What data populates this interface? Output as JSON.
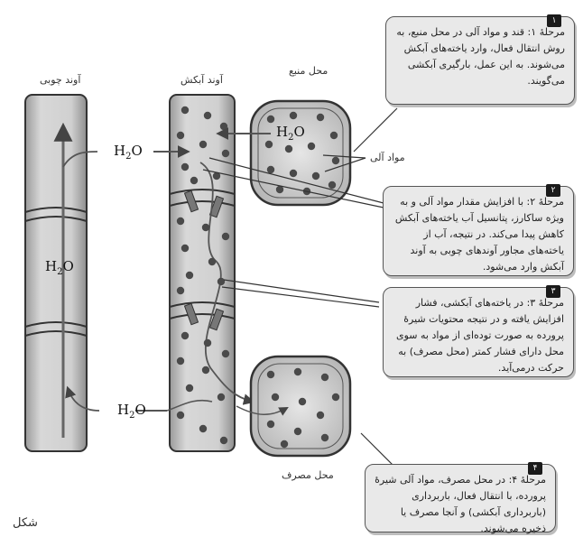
{
  "labels": {
    "xylem": "آوند چوبی",
    "phloem": "آوند آبکش",
    "source": "محل منبع",
    "sink": "محل مصرف",
    "organic": "مواد آلی",
    "figure": "شکل"
  },
  "water": {
    "h2o": "H",
    "sub": "2",
    "o": "O"
  },
  "steps": [
    {
      "num": "۱",
      "text": "مرحلهٔ ۱: قند و مواد آلی در محل منبع، به روش انتقال فعال، وارد یاخته‌های آبکش می‌شوند. به این عمل، بارگیری آبکشی می‌گویند."
    },
    {
      "num": "۲",
      "text": "مرحلهٔ ۲: با افزایش مقدار مواد آلی و به ویژه ساکارز، پتانسیل آب یاخته‌های آبکش کاهش پیدا می‌کند. در نتیجه، آب از یاخته‌های مجاور آوندهای چوبی به آوند آبکش وارد می‌شود."
    },
    {
      "num": "۳",
      "text": "مرحلهٔ ۳: در یاخته‌های آبکشی، فشار افزایش یافته و در نتیجه محتویات شیرهٔ پرورده به صورت توده‌ای از مواد به سوی محل دارای فشار کمتر (محل مصرف) به حرکت درمی‌آید."
    },
    {
      "num": "۴",
      "text": "مرحلهٔ ۴: در محل مصرف، مواد آلی شیرهٔ پرورده، با انتقال فعال، باربرداری (باربرداری آبکشی) و آنجا مصرف یا ذخیره می‌شوند."
    }
  ],
  "colors": {
    "tube": "#c9c9c9",
    "tubeStroke": "#333333",
    "dot": "#4a4a4a",
    "callout": "#e9e9e9"
  }
}
